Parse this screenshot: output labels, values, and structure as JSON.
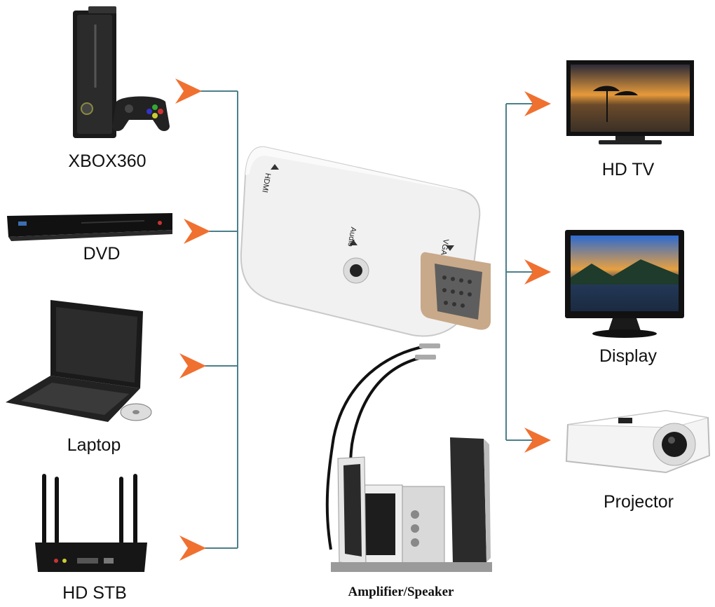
{
  "sources": [
    {
      "id": "xbox",
      "label": "XBOX360",
      "icon": "game-console-icon"
    },
    {
      "id": "dvd",
      "label": "DVD",
      "icon": "dvd-player-icon"
    },
    {
      "id": "laptop",
      "label": "Laptop",
      "icon": "laptop-icon"
    },
    {
      "id": "stb",
      "label": "HD STB",
      "icon": "router-icon"
    }
  ],
  "targets": [
    {
      "id": "hdtv",
      "label": "HD TV",
      "icon": "tv-icon"
    },
    {
      "id": "display",
      "label": "Display",
      "icon": "monitor-icon"
    },
    {
      "id": "projector",
      "label": "Projector",
      "icon": "projector-icon"
    }
  ],
  "audio_output": {
    "label": "Amplifier/Speaker",
    "icon": "speaker-icon"
  },
  "adapter": {
    "ports": {
      "hdmi": "HDMI",
      "audio": "Audio",
      "vga": "VGA"
    },
    "icon": "adapter-icon"
  },
  "colors": {
    "connector_line": "#4b7f8a",
    "arrow": "#f07030"
  }
}
